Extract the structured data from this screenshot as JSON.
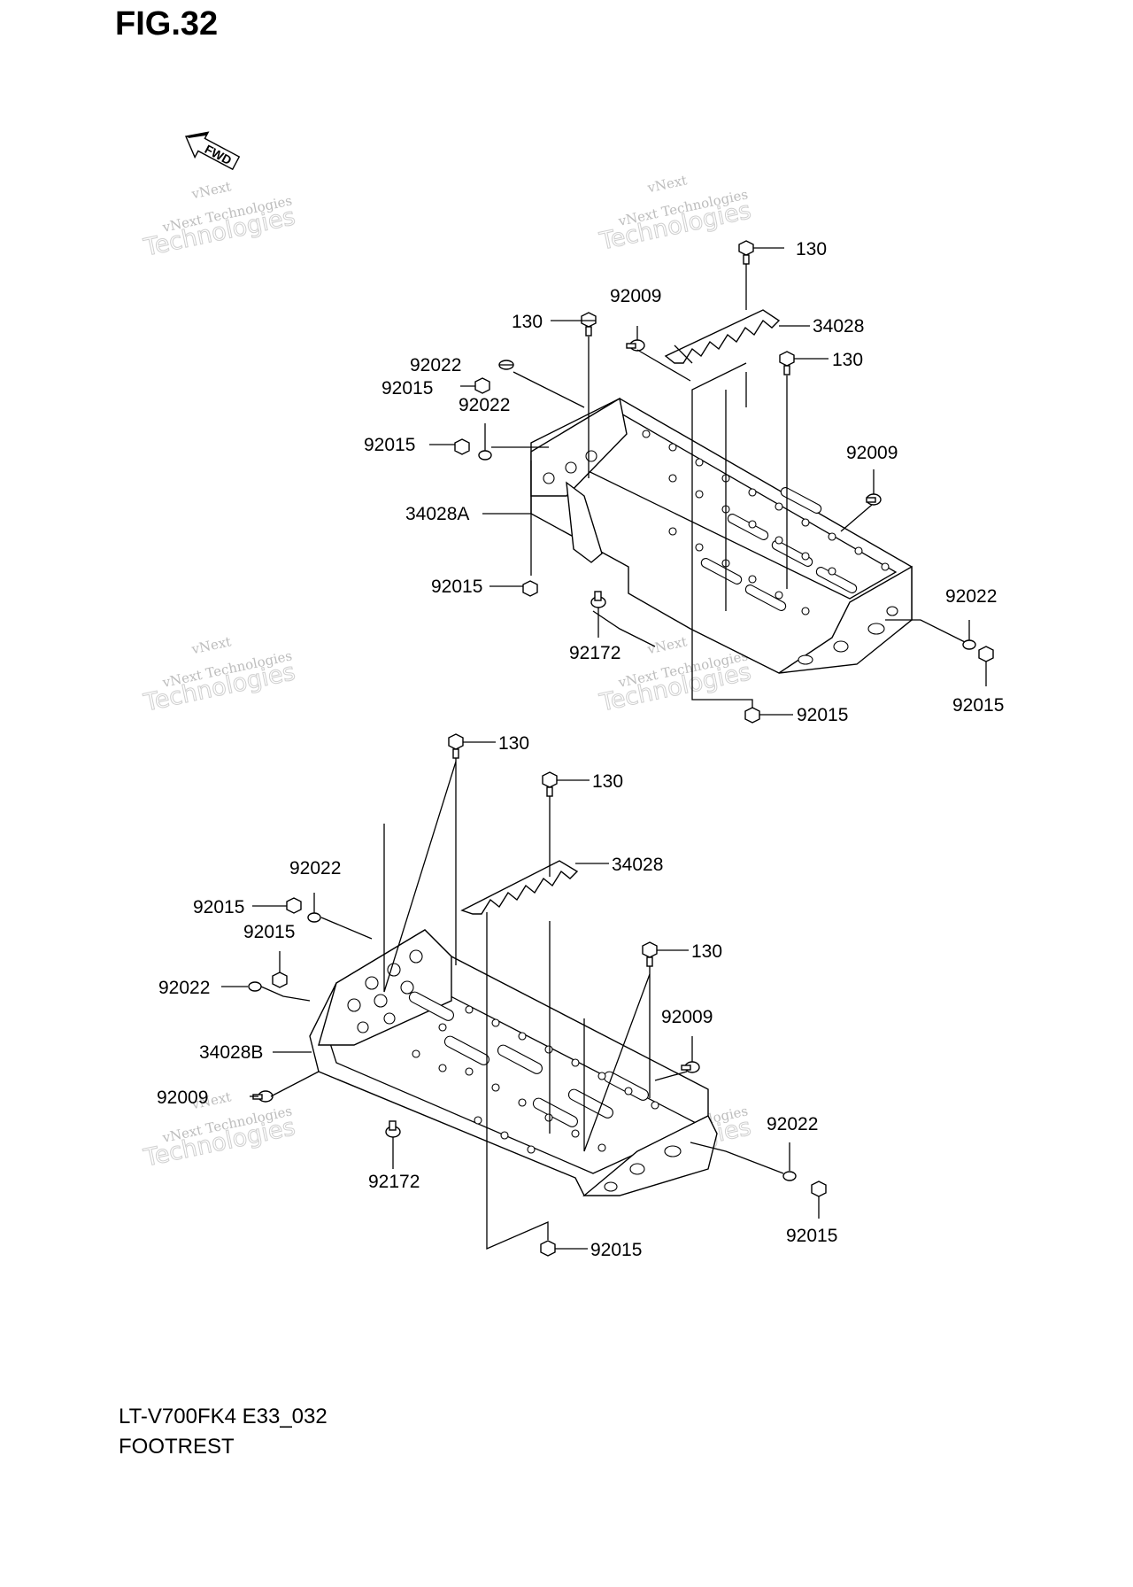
{
  "figure": {
    "title": "FIG.32",
    "fwd_label": "FWD",
    "model_code": "LT-V700FK4 E33_032",
    "section_name": "FOOTREST"
  },
  "watermark": {
    "line1": "vNext",
    "line2": "vNext Technologies",
    "line3": "Technologies"
  },
  "callouts": {
    "upper": [
      {
        "id": "u1",
        "part": "130"
      },
      {
        "id": "u2",
        "part": "92009"
      },
      {
        "id": "u3",
        "part": "130"
      },
      {
        "id": "u4",
        "part": "34028"
      },
      {
        "id": "u5",
        "part": "130"
      },
      {
        "id": "u6",
        "part": "92022"
      },
      {
        "id": "u7",
        "part": "92015"
      },
      {
        "id": "u8",
        "part": "92022"
      },
      {
        "id": "u9",
        "part": "92015"
      },
      {
        "id": "u10",
        "part": "92009"
      },
      {
        "id": "u11",
        "part": "34028A"
      },
      {
        "id": "u12",
        "part": "92015"
      },
      {
        "id": "u13",
        "part": "92172"
      },
      {
        "id": "u14",
        "part": "92022"
      },
      {
        "id": "u15",
        "part": "92015"
      },
      {
        "id": "u16",
        "part": "92015"
      }
    ],
    "lower": [
      {
        "id": "l1",
        "part": "130"
      },
      {
        "id": "l2",
        "part": "130"
      },
      {
        "id": "l3",
        "part": "34028"
      },
      {
        "id": "l4",
        "part": "92022"
      },
      {
        "id": "l5",
        "part": "92015"
      },
      {
        "id": "l6",
        "part": "92015"
      },
      {
        "id": "l7",
        "part": "130"
      },
      {
        "id": "l8",
        "part": "92022"
      },
      {
        "id": "l9",
        "part": "92009"
      },
      {
        "id": "l10",
        "part": "34028B"
      },
      {
        "id": "l11",
        "part": "92009"
      },
      {
        "id": "l12",
        "part": "92022"
      },
      {
        "id": "l13",
        "part": "92172"
      },
      {
        "id": "l14",
        "part": "92015"
      },
      {
        "id": "l15",
        "part": "92015"
      }
    ]
  }
}
